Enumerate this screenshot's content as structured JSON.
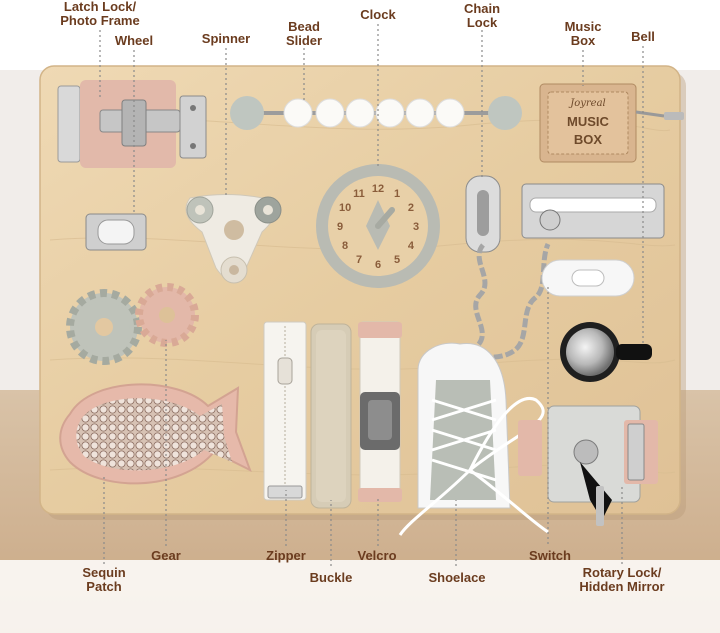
{
  "labels": {
    "latch_lock": [
      "Latch Lock/",
      "Photo Frame"
    ],
    "wheel": [
      "Wheel"
    ],
    "spinner": [
      "Spinner"
    ],
    "bead_slider": [
      "Bead",
      "Slider"
    ],
    "clock": [
      "Clock"
    ],
    "chain_lock": [
      "Chain",
      "Lock"
    ],
    "music_box": [
      "Music",
      "Box"
    ],
    "bell": [
      "Bell"
    ],
    "sequin_patch": [
      "Sequin",
      "Patch"
    ],
    "gear": [
      "Gear"
    ],
    "zipper": [
      "Zipper"
    ],
    "buckle": [
      "Buckle"
    ],
    "velcro": [
      "Velcro"
    ],
    "shoelace": [
      "Shoelace"
    ],
    "switch": [
      "Switch"
    ],
    "rotary_lock": [
      "Rotary Lock/",
      "Hidden Mirror"
    ]
  },
  "music_box_plate": {
    "brand": "Joyreal",
    "line1": "MUSIC",
    "line2": "BOX"
  },
  "clock_numbers": [
    "12",
    "1",
    "2",
    "3",
    "4",
    "5",
    "6",
    "7",
    "8",
    "9",
    "10",
    "11"
  ],
  "colors": {
    "label_text": "#6b3c1f",
    "board": "#e8cfa6",
    "leader_line": "#8a8a8a"
  }
}
